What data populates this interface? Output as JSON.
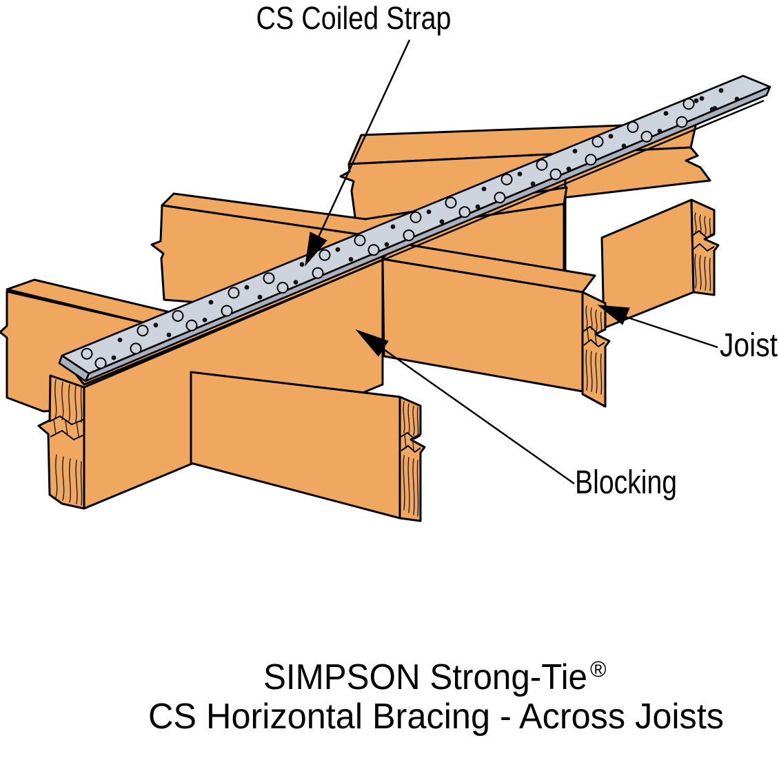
{
  "figure": {
    "labels": {
      "strap": "CS Coiled Strap",
      "joist": "Joist",
      "blocking": "Blocking"
    },
    "caption": {
      "line1": "SIMPSON Strong-Tie",
      "registered_mark": "®",
      "line2": "CS Horizontal Bracing - Across Joists"
    },
    "colors": {
      "background": "#FFFFFF",
      "wood": "#F0A760",
      "outline": "#000000",
      "strap_fill": "#CDD4DE",
      "strap_edge": "#A9B1BF",
      "hole_dot": "#111111",
      "text": "#000000"
    },
    "parts": [
      "joist-back",
      "joist-middle",
      "joist-front",
      "joist-front-stub",
      "blocking-front",
      "blocking-back",
      "cs-coiled-strap"
    ]
  }
}
